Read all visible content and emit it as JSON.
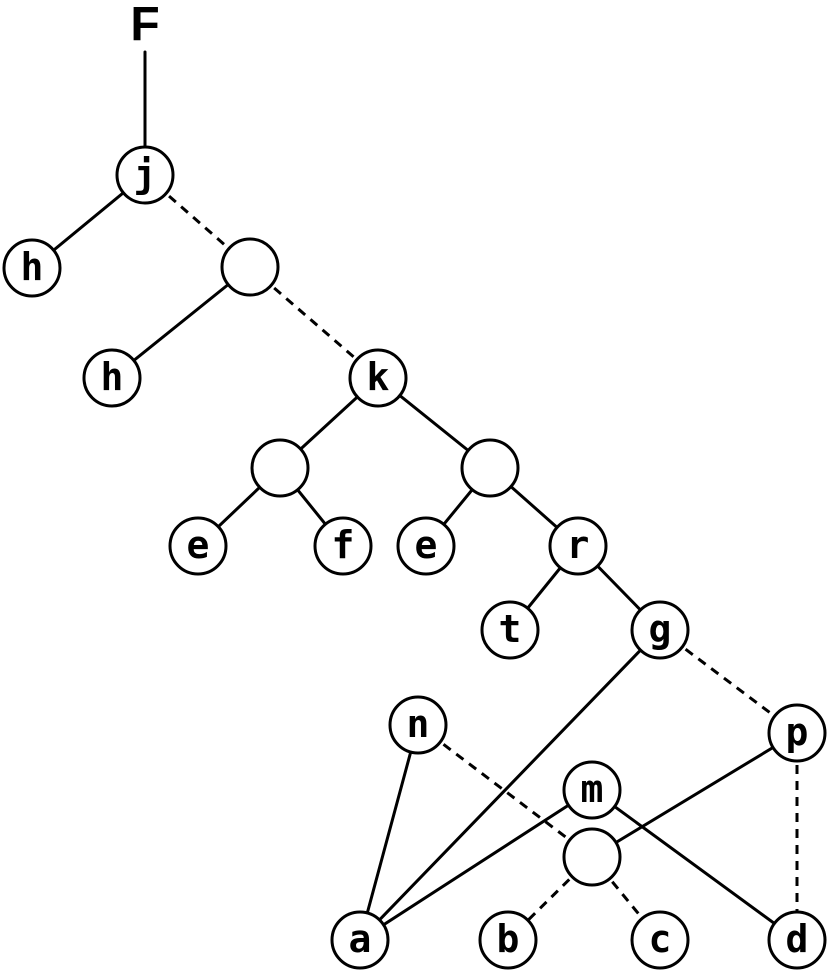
{
  "root_label": "F",
  "nodes": [
    {
      "id": "j",
      "label": "j"
    },
    {
      "id": "h1",
      "label": "h"
    },
    {
      "id": "u1",
      "label": ""
    },
    {
      "id": "h2",
      "label": "h"
    },
    {
      "id": "k",
      "label": "k"
    },
    {
      "id": "u2",
      "label": ""
    },
    {
      "id": "u3",
      "label": ""
    },
    {
      "id": "e1",
      "label": "e"
    },
    {
      "id": "f",
      "label": "f"
    },
    {
      "id": "e2",
      "label": "e"
    },
    {
      "id": "r",
      "label": "r"
    },
    {
      "id": "t",
      "label": "t"
    },
    {
      "id": "g",
      "label": "g"
    },
    {
      "id": "n",
      "label": "n"
    },
    {
      "id": "p",
      "label": "p"
    },
    {
      "id": "m",
      "label": "m"
    },
    {
      "id": "u4",
      "label": ""
    },
    {
      "id": "a",
      "label": "a"
    },
    {
      "id": "b",
      "label": "b"
    },
    {
      "id": "c",
      "label": "c"
    },
    {
      "id": "d",
      "label": "d"
    }
  ],
  "edges": [
    {
      "from": "root",
      "to": "j",
      "style": "solid"
    },
    {
      "from": "j",
      "to": "h1",
      "style": "solid"
    },
    {
      "from": "j",
      "to": "u1",
      "style": "dashed"
    },
    {
      "from": "u1",
      "to": "h2",
      "style": "solid"
    },
    {
      "from": "u1",
      "to": "k",
      "style": "dashed"
    },
    {
      "from": "k",
      "to": "u2",
      "style": "solid"
    },
    {
      "from": "k",
      "to": "u3",
      "style": "solid"
    },
    {
      "from": "u2",
      "to": "e1",
      "style": "solid"
    },
    {
      "from": "u2",
      "to": "f",
      "style": "solid"
    },
    {
      "from": "u3",
      "to": "e2",
      "style": "solid"
    },
    {
      "from": "u3",
      "to": "r",
      "style": "solid"
    },
    {
      "from": "r",
      "to": "t",
      "style": "solid"
    },
    {
      "from": "r",
      "to": "g",
      "style": "solid"
    },
    {
      "from": "g",
      "to": "a",
      "style": "solid"
    },
    {
      "from": "g",
      "to": "p",
      "style": "dashed"
    },
    {
      "from": "n",
      "to": "a",
      "style": "solid"
    },
    {
      "from": "n",
      "to": "u4",
      "style": "dashed"
    },
    {
      "from": "m",
      "to": "a",
      "style": "solid"
    },
    {
      "from": "m",
      "to": "d",
      "style": "solid"
    },
    {
      "from": "p",
      "to": "u4",
      "style": "solid"
    },
    {
      "from": "p",
      "to": "d",
      "style": "dashed"
    },
    {
      "from": "u4",
      "to": "b",
      "style": "dashed"
    },
    {
      "from": "u4",
      "to": "c",
      "style": "dashed"
    }
  ]
}
